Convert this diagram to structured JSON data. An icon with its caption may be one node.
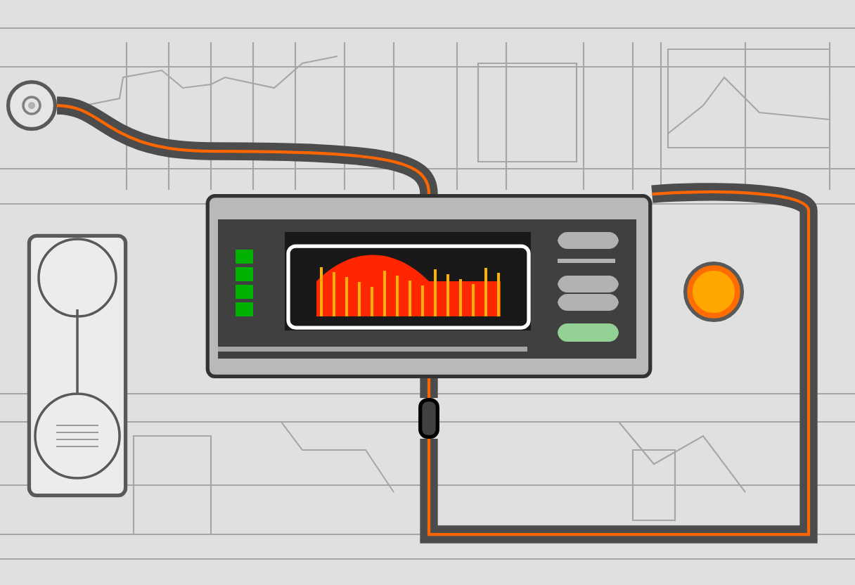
{
  "diagram": {
    "nodes": [
      {
        "text": [],
        "shape": "circle"
      },
      {
        "text": [],
        "shape": "box"
      },
      {
        "text": [],
        "shape": "circle"
      },
      {
        "text": [],
        "shape": "picture"
      },
      {
        "text": [],
        "shape": "box"
      }
    ],
    "edges": [
      {
        "from": 0,
        "to": 1,
        "arrow": "none"
      },
      {
        "from": 1,
        "to": 4,
        "arrow": "none"
      },
      {
        "from": 4,
        "to": 1,
        "arrow": "none"
      }
    ]
  }
}
